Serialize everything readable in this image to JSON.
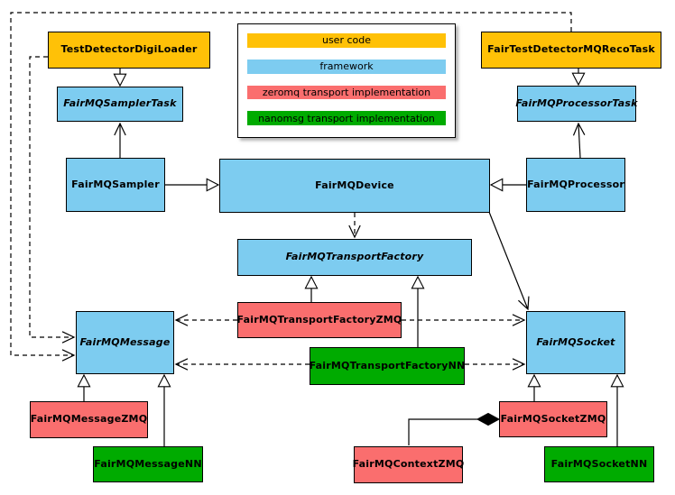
{
  "legend": {
    "items": [
      {
        "label": "user code",
        "color_key": "user_code"
      },
      {
        "label": "framework",
        "color_key": "framework"
      },
      {
        "label": "zeromq transport implementation",
        "color_key": "zeromq"
      },
      {
        "label": "nanomsg transport implementation",
        "color_key": "nanomsg"
      }
    ]
  },
  "colors": {
    "user_code": "#FFC107",
    "framework": "#7DCCF0",
    "zeromq": "#FA6E6E",
    "nanomsg": "#00AB00"
  },
  "nodes": [
    {
      "label": "TestDetectorDigiLoader",
      "category": "user_code",
      "abstract": false
    },
    {
      "label": "FairMQSamplerTask",
      "category": "framework",
      "abstract": true
    },
    {
      "label": "FairMQSampler",
      "category": "framework",
      "abstract": false
    },
    {
      "label": "FairMQDevice",
      "category": "framework",
      "abstract": false
    },
    {
      "label": "FairTestDetectorMQRecoTask",
      "category": "user_code",
      "abstract": false
    },
    {
      "label": "FairMQProcessorTask",
      "category": "framework",
      "abstract": true
    },
    {
      "label": "FairMQProcessor",
      "category": "framework",
      "abstract": false
    },
    {
      "label": "FairMQTransportFactory",
      "category": "framework",
      "abstract": true
    },
    {
      "label": "FairMQTransportFactoryZMQ",
      "category": "zeromq",
      "abstract": false
    },
    {
      "label": "FairMQTransportFactoryNN",
      "category": "nanomsg",
      "abstract": false
    },
    {
      "label": "FairMQMessage",
      "category": "framework",
      "abstract": true
    },
    {
      "label": "FairMQSocket",
      "category": "framework",
      "abstract": true
    },
    {
      "label": "FairMQMessageZMQ",
      "category": "zeromq",
      "abstract": false
    },
    {
      "label": "FairMQMessageNN",
      "category": "nanomsg",
      "abstract": false
    },
    {
      "label": "FairMQSocketZMQ",
      "category": "zeromq",
      "abstract": false
    },
    {
      "label": "FairMQContextZMQ",
      "category": "zeromq",
      "abstract": false
    },
    {
      "label": "FairMQSocketNN",
      "category": "nanomsg",
      "abstract": false
    }
  ],
  "relationships": [
    {
      "from": "TestDetectorDigiLoader",
      "to": "FairMQSamplerTask",
      "type": "inheritance",
      "style": "solid"
    },
    {
      "from": "FairTestDetectorMQRecoTask",
      "to": "FairMQProcessorTask",
      "type": "inheritance",
      "style": "solid"
    },
    {
      "from": "FairMQSampler",
      "to": "FairMQDevice",
      "type": "inheritance",
      "style": "solid"
    },
    {
      "from": "FairMQProcessor",
      "to": "FairMQDevice",
      "type": "inheritance",
      "style": "solid"
    },
    {
      "from": "FairMQSampler",
      "to": "FairMQSamplerTask",
      "type": "association",
      "style": "solid"
    },
    {
      "from": "FairMQProcessor",
      "to": "FairMQProcessorTask",
      "type": "association",
      "style": "solid"
    },
    {
      "from": "FairMQDevice",
      "to": "FairMQTransportFactory",
      "type": "dependency",
      "style": "dashed"
    },
    {
      "from": "FairMQDevice",
      "to": "FairMQSocket",
      "type": "association",
      "style": "solid"
    },
    {
      "from": "TestDetectorDigiLoader",
      "to": "FairMQMessage",
      "type": "dependency",
      "style": "dashed"
    },
    {
      "from": "FairTestDetectorMQRecoTask",
      "to": "FairMQMessage",
      "type": "dependency",
      "style": "dashed"
    },
    {
      "from": "FairMQTransportFactoryZMQ",
      "to": "FairMQTransportFactory",
      "type": "inheritance",
      "style": "solid"
    },
    {
      "from": "FairMQTransportFactoryNN",
      "to": "FairMQTransportFactory",
      "type": "inheritance",
      "style": "solid"
    },
    {
      "from": "FairMQTransportFactoryZMQ",
      "to": "FairMQMessage",
      "type": "dependency",
      "style": "dashed"
    },
    {
      "from": "FairMQTransportFactoryZMQ",
      "to": "FairMQSocket",
      "type": "dependency",
      "style": "dashed"
    },
    {
      "from": "FairMQTransportFactoryNN",
      "to": "FairMQMessage",
      "type": "dependency",
      "style": "dashed"
    },
    {
      "from": "FairMQTransportFactoryNN",
      "to": "FairMQSocket",
      "type": "dependency",
      "style": "dashed"
    },
    {
      "from": "FairMQMessageZMQ",
      "to": "FairMQMessage",
      "type": "inheritance",
      "style": "solid"
    },
    {
      "from": "FairMQMessageNN",
      "to": "FairMQMessage",
      "type": "inheritance",
      "style": "solid"
    },
    {
      "from": "FairMQSocketZMQ",
      "to": "FairMQSocket",
      "type": "inheritance",
      "style": "solid"
    },
    {
      "from": "FairMQSocketNN",
      "to": "FairMQSocket",
      "type": "inheritance",
      "style": "solid"
    },
    {
      "from": "FairMQSocketZMQ",
      "to": "FairMQContextZMQ",
      "type": "composition",
      "style": "solid"
    }
  ]
}
